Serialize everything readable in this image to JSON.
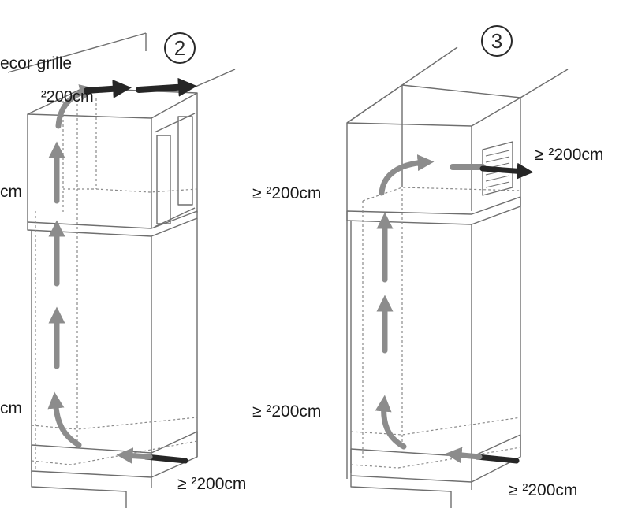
{
  "steps": {
    "left": "2",
    "right": "3"
  },
  "labels": {
    "decor_grille": "ecor grille",
    "left_top_clearance": "²200cm",
    "left_upper_side": "cm",
    "left_lower_side": "cm",
    "left_bottom": "≥ ²200cm",
    "right_top_side": "≥ ²200cm",
    "right_grille": "≥ ²200cm",
    "right_lower_side": "≥ ²200cm",
    "right_bottom": "≥ ²200cm"
  },
  "colors": {
    "line": "#6e6e6e",
    "dashed": "#8a8a8a",
    "arrow_gray": "#8c8c8c",
    "arrow_dark": "#262626"
  }
}
